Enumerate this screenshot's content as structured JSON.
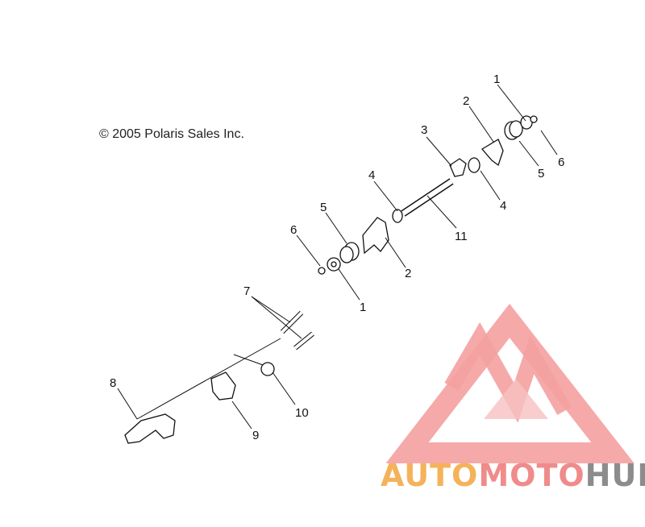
{
  "copyright": "© 2005 Polaris Sales Inc.",
  "callouts": [
    "1",
    "2",
    "3",
    "4",
    "5",
    "6",
    "7",
    "8",
    "9",
    "10",
    "11"
  ],
  "watermark": {
    "part1": "AUTO",
    "part2": "MOTO",
    "part3": "HUB"
  },
  "colors": {
    "watermark_red": "#f08b8b",
    "watermark_orange": "#f5b25a",
    "watermark_gray": "#8c8c8c",
    "line": "#111111"
  }
}
